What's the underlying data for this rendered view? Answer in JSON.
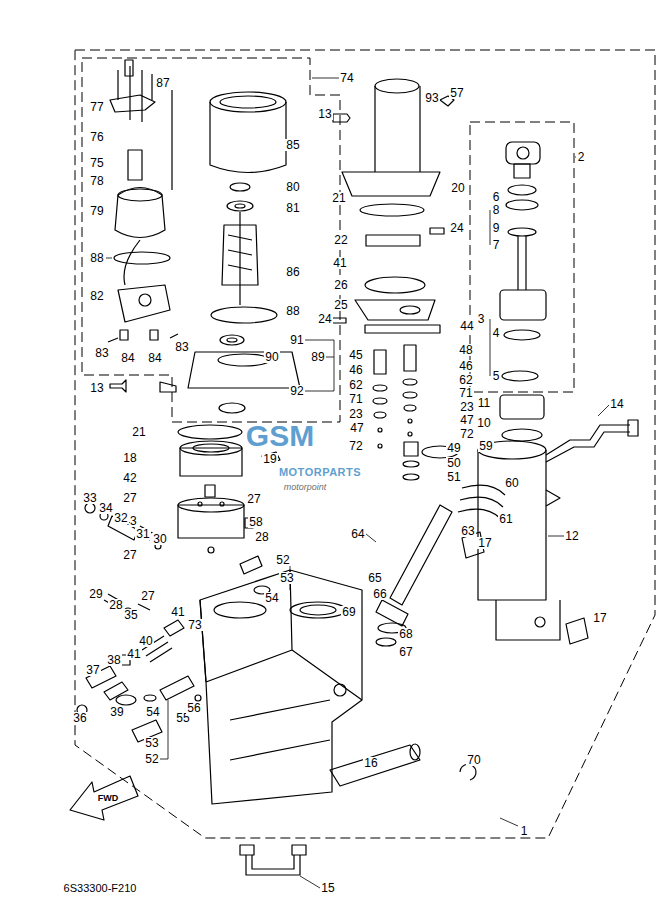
{
  "diagram": {
    "labels": [
      "87",
      "77",
      "76",
      "75",
      "78",
      "79",
      "88",
      "82",
      "83",
      "84",
      "84",
      "83",
      "13",
      "74",
      "85",
      "80",
      "81",
      "86",
      "88",
      "91",
      "90",
      "89",
      "92",
      "13",
      "93",
      "57",
      "20",
      "21",
      "22",
      "24",
      "41",
      "26",
      "25",
      "24",
      "44",
      "45",
      "46",
      "48",
      "46",
      "62",
      "62",
      "71",
      "71",
      "23",
      "23",
      "47",
      "47",
      "72",
      "72",
      "49",
      "59",
      "50",
      "51",
      "60",
      "61",
      "63",
      "64",
      "65",
      "66",
      "69",
      "68",
      "67",
      "2",
      "6",
      "8",
      "9",
      "7",
      "3",
      "4",
      "5",
      "11",
      "10",
      "14",
      "12",
      "17",
      "17",
      "16",
      "70",
      "1",
      "15",
      "21",
      "18",
      "19",
      "42",
      "27",
      "27",
      "43",
      "58",
      "28",
      "27",
      "33",
      "34",
      "32",
      "31",
      "30",
      "29",
      "28",
      "35",
      "27",
      "52",
      "53",
      "54",
      "41",
      "73",
      "40",
      "38",
      "41",
      "37",
      "39",
      "54",
      "55",
      "56",
      "53",
      "52",
      "36",
      "6S33300-F210",
      "FWD",
      "GSM",
      "MOTORPARTS",
      "motorpoint"
    ]
  }
}
